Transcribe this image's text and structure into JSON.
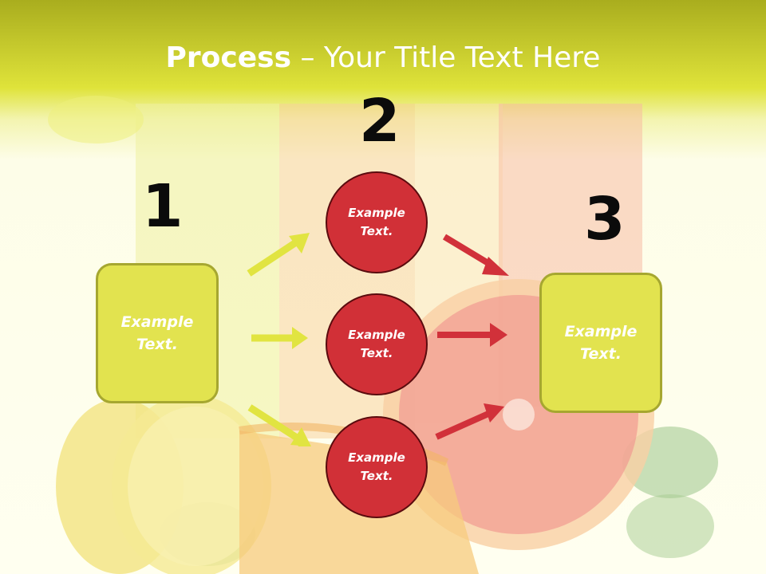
{
  "title": {
    "bold": "Process",
    "separator": " – ",
    "rest": "Your Title Text Here"
  },
  "steps": [
    {
      "number": "1"
    },
    {
      "number": "2"
    },
    {
      "number": "3"
    }
  ],
  "left_box": {
    "line1": "Example",
    "line2": "Text."
  },
  "circles": [
    {
      "line1": "Example",
      "line2": "Text."
    },
    {
      "line1": "Example",
      "line2": "Text."
    },
    {
      "line1": "Example",
      "line2": "Text."
    }
  ],
  "right_box": {
    "line1": "Example",
    "line2": "Text."
  },
  "colors": {
    "box_fill": "#e2e34f",
    "circle_fill": "#d13037",
    "yellow_arrow": "#e1e441",
    "red_arrow": "#d1313a"
  }
}
